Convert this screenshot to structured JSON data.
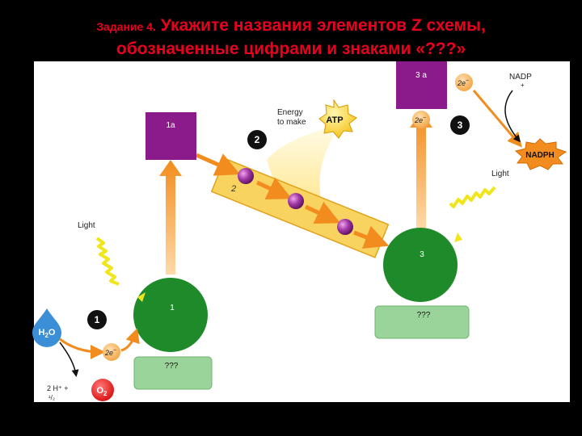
{
  "title": {
    "prefix": "Задание 4.",
    "line1": "Укажите названия элементов Z схемы,",
    "line2": "обозначенные цифрами и знаками «???»"
  },
  "diagram": {
    "photosystem_left": {
      "number": "1",
      "acceptor": "1a",
      "question": "???"
    },
    "photosystem_right": {
      "number": "3",
      "acceptor": "3 a",
      "question": "???"
    },
    "transport_chain": {
      "label": "2"
    },
    "markers": {
      "m1": "1",
      "m2": "2",
      "m3": "3"
    },
    "light_left": "Light",
    "light_right": "Light",
    "energy_line1": "Energy",
    "energy_line2": "to make",
    "atp": "ATP",
    "h2o_main": "H",
    "h2o_sub": "2",
    "h2o_tail": "O",
    "electrons": "2e",
    "electron_sign": "−",
    "products_line1": "2 H⁺ +",
    "products_line2": "¹/₂",
    "o2_main": "O",
    "o2_sub": "2",
    "nadp_line1": "NADP",
    "nadp_line2": "+",
    "nadph": "NADPH"
  },
  "colors": {
    "title": "#e8001e",
    "purple_box": "#8b1a8a",
    "green_circle": "#1e8a2a",
    "pale_green": "#9bd49a",
    "orange": "#f28c1e",
    "yellow_wave": "#f1e51c",
    "yellow_band": "#f8d35f",
    "red": "#e31b1b",
    "blue_drop": "#3b8fd6"
  }
}
